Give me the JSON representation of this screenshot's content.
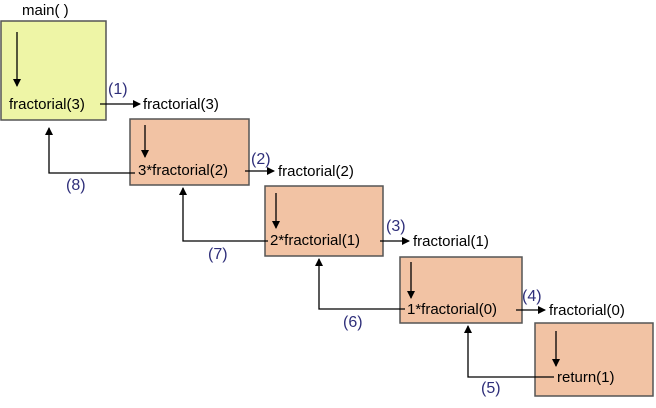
{
  "title": "main( )",
  "frames": [
    {
      "call": "fractorial(3)",
      "target": "fractorial(3)",
      "call_step": "(1)",
      "return_step": "(8)"
    },
    {
      "call": "3*fractorial(2)",
      "target": "fractorial(2)",
      "call_step": "(2)",
      "return_step": "(7)"
    },
    {
      "call": "2*fractorial(1)",
      "target": "fractorial(1)",
      "call_step": "(3)",
      "return_step": "(6)"
    },
    {
      "call": "1*fractorial(0)",
      "target": "fractorial(0)",
      "call_step": "(4)",
      "return_step": "(5)"
    },
    {
      "call": "return(1)"
    }
  ],
  "colors": {
    "main_box": "#eef5a6",
    "frame_box": "#f2c3a4",
    "box_border": "#555555",
    "text": "#000000",
    "step_label": "#2f2f7a",
    "arrow": "#000000"
  }
}
